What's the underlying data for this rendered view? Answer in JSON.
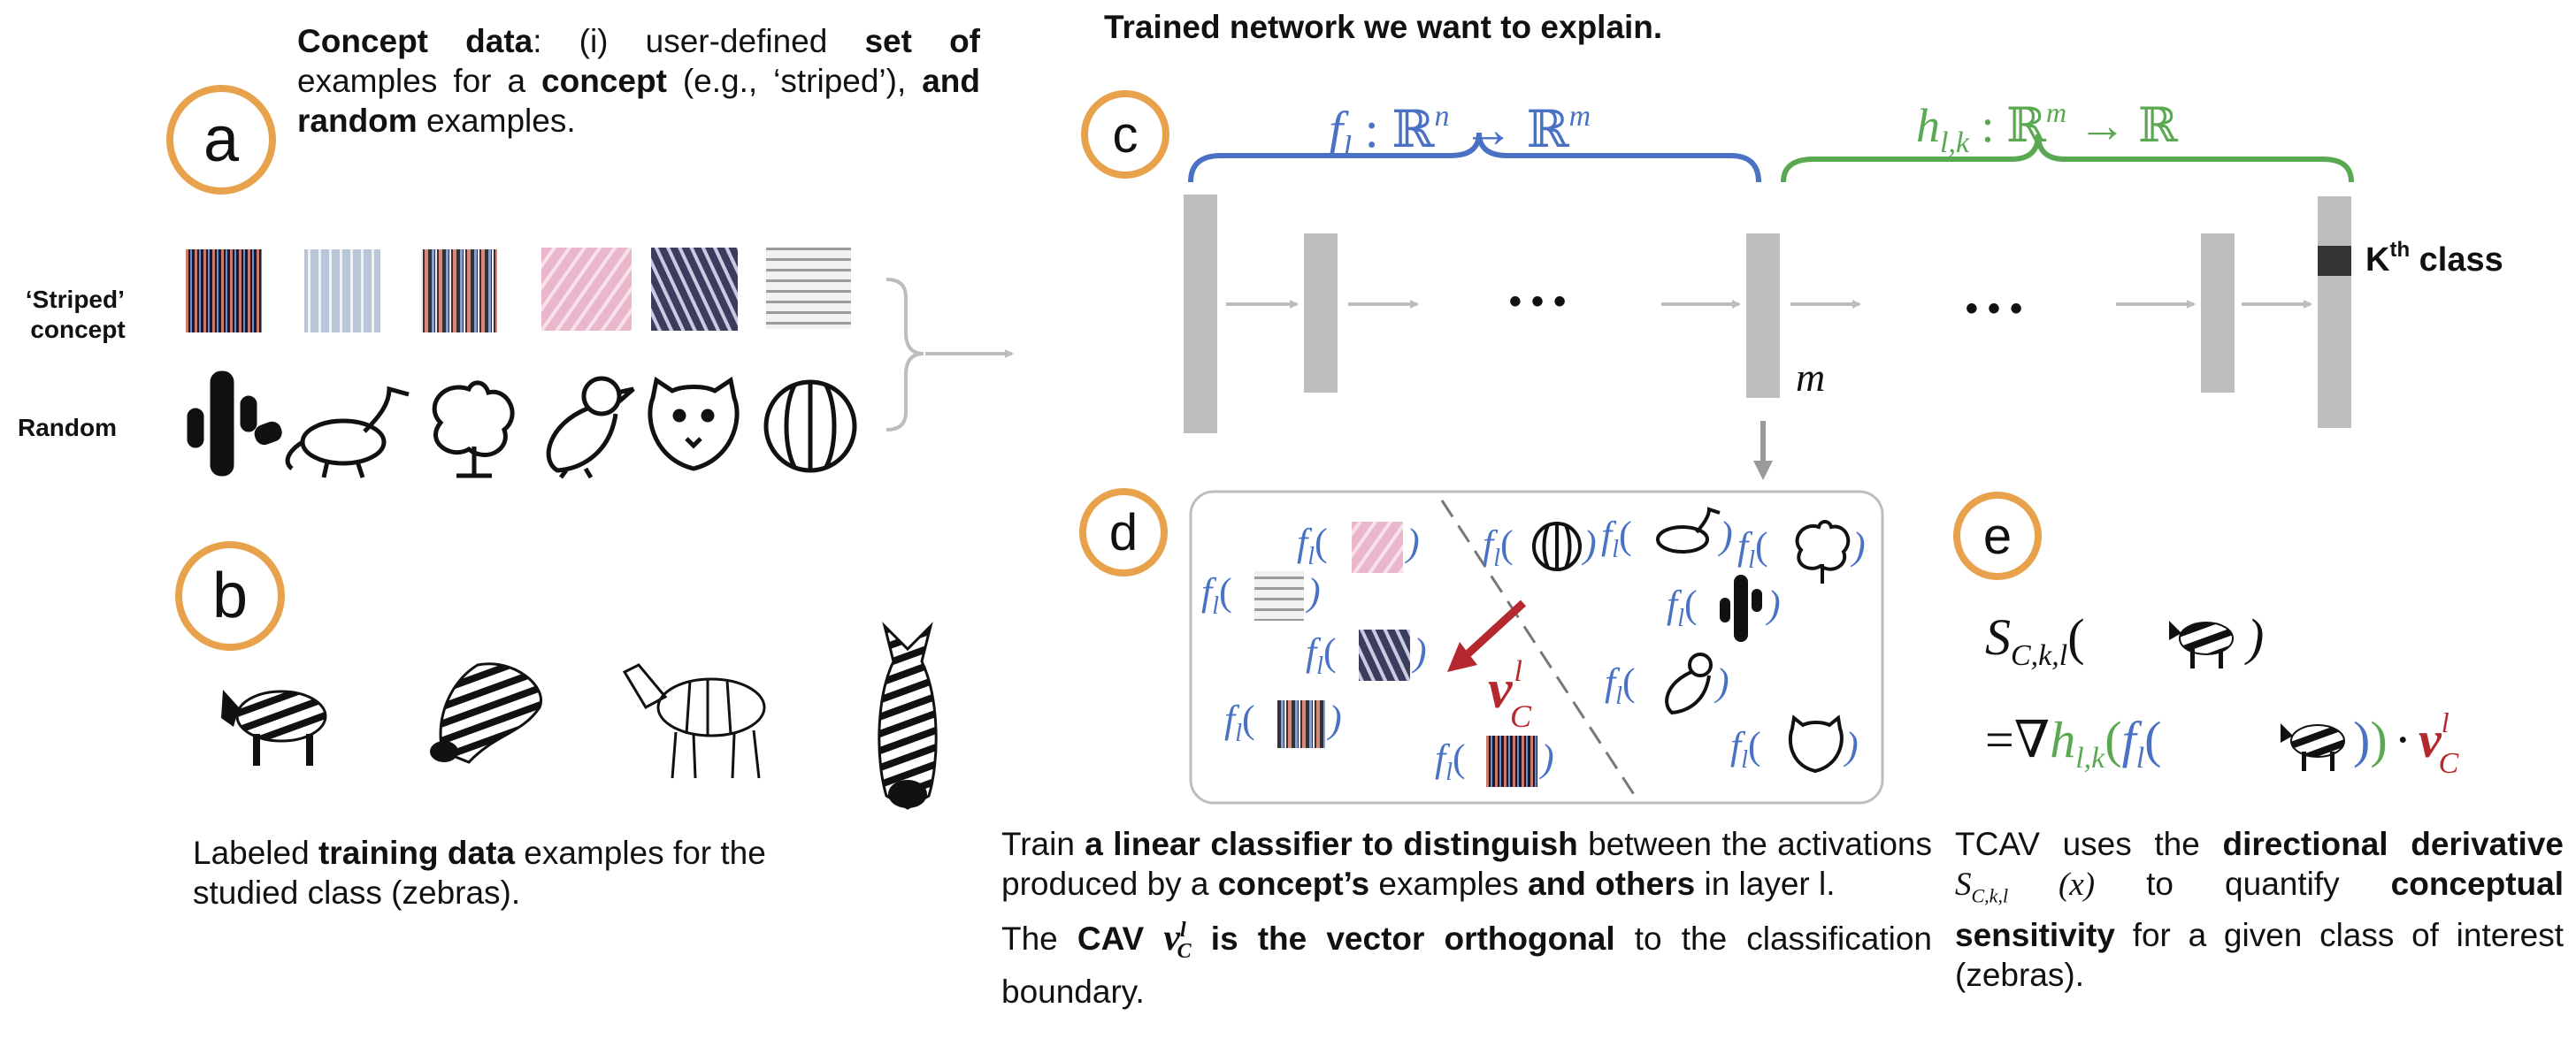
{
  "colors": {
    "orange": "#E8A24C",
    "blue": "#4A72C4",
    "green": "#5AA851",
    "red": "#B5292E",
    "gray": "#BDBDBD"
  },
  "panel_a": {
    "letter": "a",
    "desc_bold1": "Concept data",
    "desc_text1": ": (i) user-defined ",
    "desc_bold2": "set of",
    "desc_text2": " examples for a ",
    "desc_bold3": "concept",
    "desc_text3": " (e.g., ‘striped’), ",
    "desc_bold4": "and random",
    "desc_text4": " examples.",
    "striped_label_1": "‘Striped’",
    "striped_label_2": "concept",
    "random_label": "Random"
  },
  "panel_b": {
    "letter": "b",
    "desc_text1": "Labeled ",
    "desc_bold1": "training data",
    "desc_text2": " examples for the studied class (zebras)."
  },
  "panel_c": {
    "letter": "c",
    "title": "Trained network we want to explain.",
    "f_label": "f",
    "f_sub": "l",
    "f_map": " : ℝ",
    "f_n": "n",
    "f_arrow": " → ℝ",
    "f_m": "m",
    "h_label": "h",
    "h_sub": "l,k",
    "h_map": " : ℝ",
    "h_m": "m",
    "h_arrow": " → ℝ",
    "dots": "• • •",
    "m_label": "m",
    "kth_K": "K",
    "kth_th": "th",
    "kth_class": " class"
  },
  "panel_d": {
    "letter": "d",
    "f": "f",
    "l": "l",
    "v": "v",
    "v_sub": "C",
    "v_sup": "l",
    "desc_line1_text1": "Train  ",
    "desc_line1_bold1": "a linear classifier to distinguish",
    "desc_line1_text2": " between the activations produced by a ",
    "desc_line1_bold2": "concept’s",
    "desc_line1_text3": " examples ",
    "desc_line1_bold3": "and others",
    "desc_line1_text4": " in layer l.",
    "desc_line2_text1": "The ",
    "desc_line2_bold1": "CAV",
    "desc_line2_bold2": " is the vector orthogonal",
    "desc_line2_text2": " to the classification boundary."
  },
  "panel_e": {
    "letter": "e",
    "S": "S",
    "S_sub": "C,k,l",
    "eq": "=∇",
    "h": "h",
    "h_sub": "l,k",
    "f": "f",
    "f_sub": "l",
    "dot": "·",
    "v": "v",
    "v_sub": "C",
    "v_sup": "l",
    "desc_text1": "TCAV uses the ",
    "desc_bold1": "directional derivative",
    "desc_math": "S",
    "desc_math_sub": "C,k,l",
    "desc_math_arg": " (x)",
    "desc_text2": " to quantify ",
    "desc_bold2": "conceptual sensitivity",
    "desc_text3": " for a given class of interest (zebras)."
  }
}
